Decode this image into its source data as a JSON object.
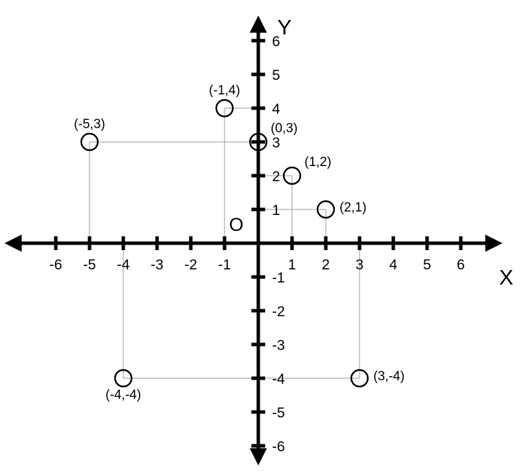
{
  "chart_data": {
    "type": "scatter",
    "title": "",
    "xlabel": "X",
    "ylabel": "Y",
    "origin_label": "O",
    "xlim": [
      -6.6,
      6.6
    ],
    "ylim": [
      -6.6,
      6.6
    ],
    "grid": false,
    "legend": "none",
    "x_tick_labels": [
      "-6",
      "-5",
      "-4",
      "-3",
      "-2",
      "-1",
      "1",
      "2",
      "3",
      "4",
      "5",
      "6"
    ],
    "x_tick_values": [
      -6,
      -5,
      -4,
      -3,
      -2,
      -1,
      1,
      2,
      3,
      4,
      5,
      6
    ],
    "y_tick_labels": [
      "6",
      "5",
      "4",
      "3",
      "2",
      "1",
      "-1",
      "-2",
      "-3",
      "-4",
      "-5",
      "-6"
    ],
    "y_tick_values": [
      6,
      5,
      4,
      3,
      2,
      1,
      -1,
      -2,
      -3,
      -4,
      -5,
      -6
    ],
    "points": [
      {
        "label": "(-1,4)",
        "x": -1,
        "y": 4,
        "label_pos": "above"
      },
      {
        "label": "(-5,3)",
        "x": -5,
        "y": 3,
        "label_pos": "above"
      },
      {
        "label": "(0,3)",
        "x": 0,
        "y": 3,
        "label_pos": "upper-right"
      },
      {
        "label": "(1,2)",
        "x": 1,
        "y": 2,
        "label_pos": "upper-right"
      },
      {
        "label": "(2,1)",
        "x": 2,
        "y": 1,
        "label_pos": "right"
      },
      {
        "label": "(-4,-4)",
        "x": -4,
        "y": -4,
        "label_pos": "below"
      },
      {
        "label": "(3,-4)",
        "x": 3,
        "y": -4,
        "label_pos": "right"
      }
    ],
    "colors": {
      "axis": "#000000",
      "point_stroke": "#000000",
      "leader_line": "#9a9a9a",
      "background": "#ffffff"
    }
  }
}
